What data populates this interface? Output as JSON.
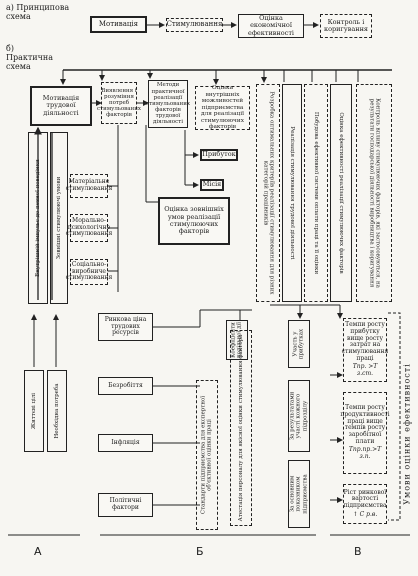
{
  "scheme_a": {
    "label": "а) Принципова схема",
    "motivation": "Мотивація",
    "stimulation": "Стимулювання",
    "eval_efficiency": "Оцінка економічної ефективності",
    "control": "Контроль і коригування"
  },
  "scheme_b": {
    "label": "б) Практична схема",
    "motivation_activity": "Мотивація трудової діяльності",
    "identify_needs": "Виявлення і розуміння потреб стимульованих факторів",
    "methods": "Методи практичної реалізації стимульованих факторів трудової діяльності",
    "internal_eval": "Оцінка внутрішніх можливостей підприємства для реалізації стимулюючих факторів",
    "profit": "Прибуток",
    "mission": "Місія",
    "external_eval": "Оцінка зовнішніх умов реалізації стимулюючих факторів",
    "material": "Матеріальне стимулювання",
    "moral": "Морально-психологічне стимулювання",
    "social": "Соціально-виробниче стимулювання",
    "inner_impulse": "Внутрішній імпульс до певної поведінки",
    "external_conditions": "Зовнішні стимулюючі умови",
    "vital_goals": "Життєві цілі",
    "necessary_need": "Необхідна потреба",
    "labour_market": "Ринкова ціна трудових ресурсів",
    "unemployment": "Безробіття",
    "inflation": "Інфляція",
    "political": "Політичні фактори",
    "dividing_coeff": "Коефіцієнти подільної дії",
    "standards": "Стандарти підприємства для експертної об'єктивної оцінки праці",
    "attestation": "Атестація персоналу для якісної оцінки стимулювання фактора",
    "share_profit": "Участь у прибутках",
    "results_participation": "За результатами участі кожного підрозділу",
    "base_indicator": "За основним показником підприємства",
    "col_v1": "Розробка оптимальних критеріїв реалізації стимулювання для різних категорій працівників",
    "col_v2": "Реалізація стимулювання трудової діяльності",
    "col_v3": "Побудова ефективної системи оплати праці та її оцінки",
    "col_v4": "Оцінка ефективності реалізації стимулюючих факторів",
    "col_v5": "Контроль впливу стимулюючих факторів, які застосовуються, на результати господарської діяльності виробництва і коригування",
    "growth1": "Темпи росту прибутку вище росту затрат на стимулювання праці",
    "growth1_formula": "Тпр. >Т з.ст.",
    "growth2": "Темпи росту продуктивності праці вище темпів росту заробітної плати",
    "growth2_formula": "Тпр.пр.>Т з.п.",
    "growth3": "Ріст ринкової вартості підприємства",
    "growth3_formula": "↑ С р.в.",
    "conditions": "Умови оцінки ефективності"
  },
  "columns": [
    "А",
    "Б",
    "В"
  ]
}
